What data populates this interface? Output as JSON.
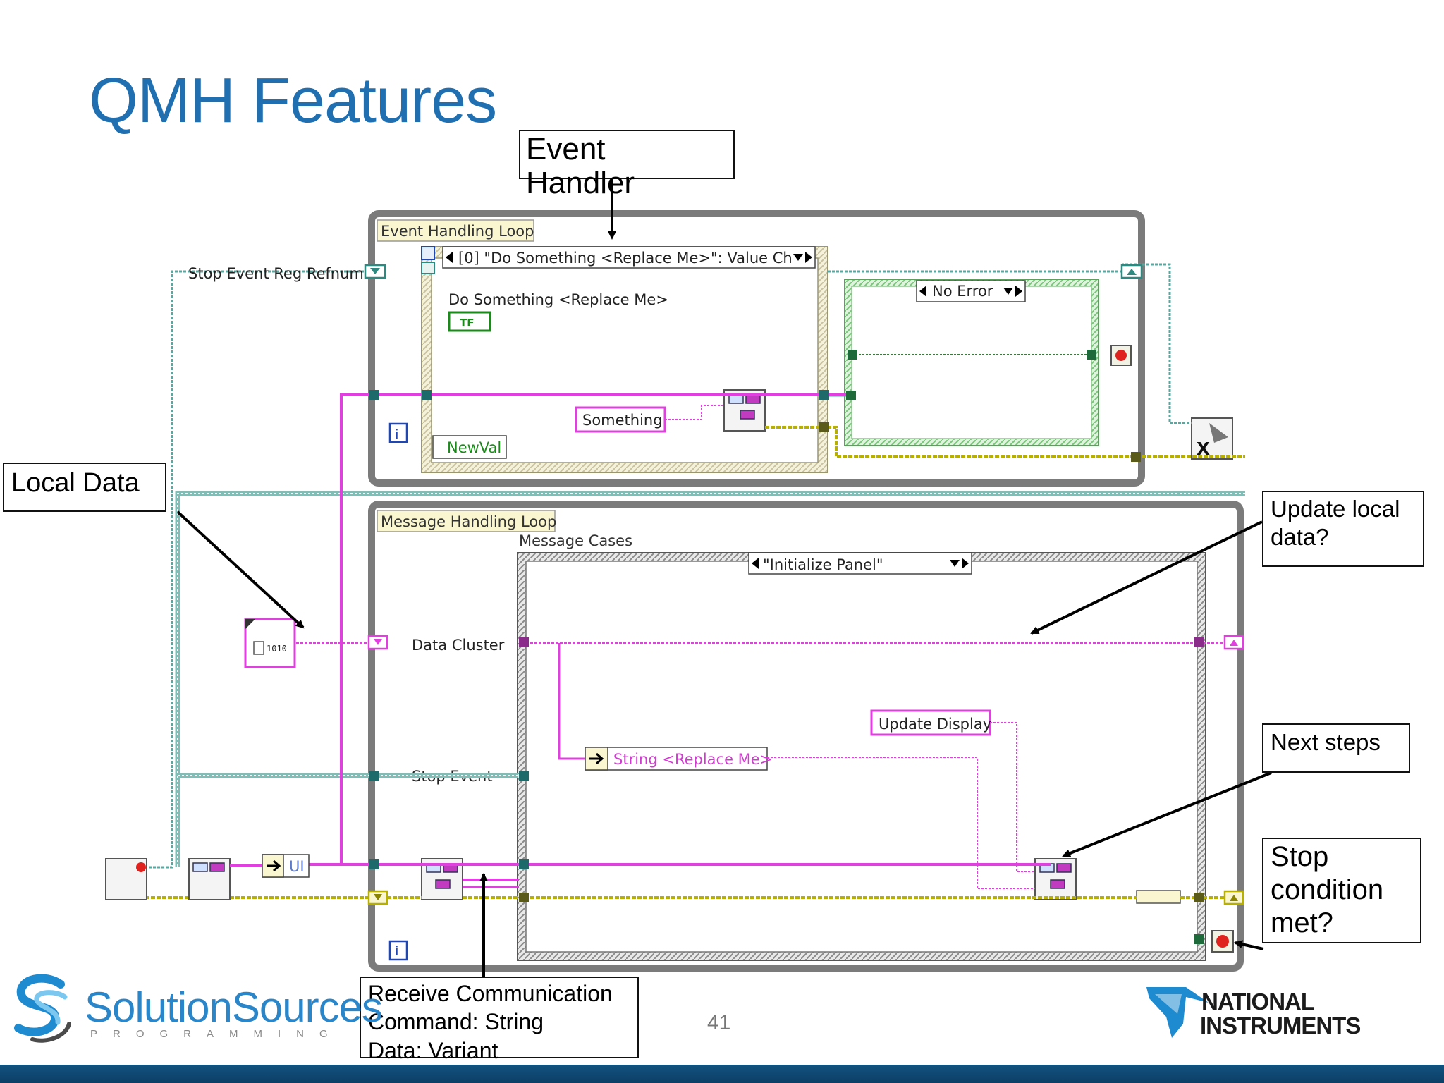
{
  "slide": {
    "title": "QMH Features",
    "page_number": "41"
  },
  "callouts": {
    "event_handler": "Event\nHandler",
    "local_data": "Local Data",
    "update_local_data": "Update local\ndata?",
    "next_steps": "Next steps",
    "stop_condition": "Stop\ncondition\nmet?",
    "receive_communication": "Receive Communication\nCommand:  String\nData:  Variant"
  },
  "diagram": {
    "event_loop_label": "Event Handling Loop",
    "event_selector": "[0] \"Do Something <Replace Me>\": Value Ch",
    "do_something_label": "Do Something <Replace Me>",
    "tf_label": "TF",
    "newval_label": "NewVal",
    "something_constant": "Something",
    "no_error_selector": "No Error",
    "stop_event_reg_label": "Stop Event Reg Refnum",
    "message_loop_label": "Message Handling Loop",
    "message_cases_label": "Message Cases",
    "initialize_selector": "\"Initialize Panel\"",
    "data_cluster_label": "Data Cluster",
    "stop_event_label": "Stop Event",
    "update_display_constant": "Update Display",
    "string_replace_label": "String <Replace Me>",
    "ui_label": "UI",
    "iteration_label": "i"
  },
  "logos": {
    "solution_sources_name": "SolutionSources",
    "solution_sources_sub": "PROGRAMMING",
    "ni_line1": "NATIONAL",
    "ni_line2": "INSTRUMENTS"
  },
  "colors": {
    "title": "#1f6fb1",
    "wire_pink": "#e23fe0",
    "wire_teal": "#5aa7a0",
    "wire_error": "#b7b000",
    "loop_border": "#7b7b7b"
  }
}
